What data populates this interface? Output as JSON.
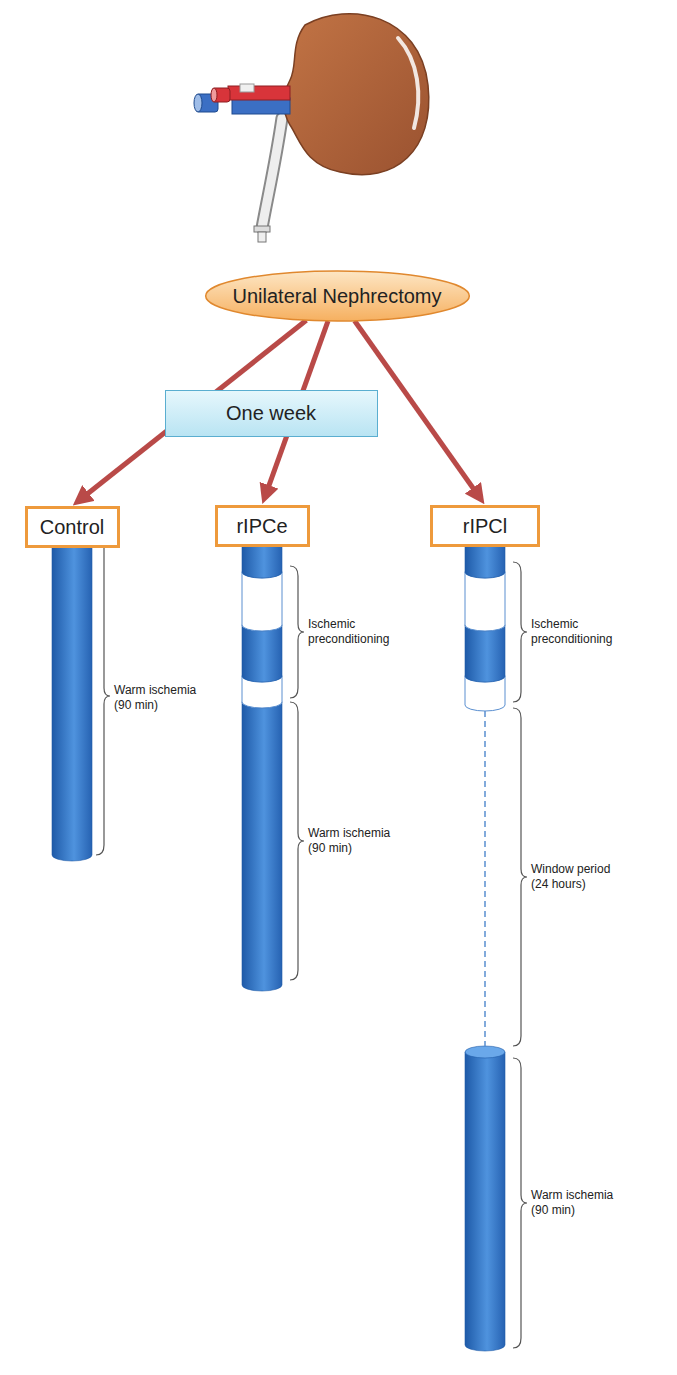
{
  "diagram": {
    "nodes": [
      {
        "text": [
          "Unilateral Nephrectomy"
        ]
      },
      {
        "text": [
          "One week"
        ]
      },
      {
        "text": [
          "Control"
        ]
      },
      {
        "text": [
          "rIPCe"
        ]
      },
      {
        "text": [
          "rIPCl"
        ]
      }
    ],
    "edges": [
      {
        "from": 0,
        "to": 2,
        "arrow": "to"
      },
      {
        "from": 0,
        "to": 3,
        "arrow": "to"
      },
      {
        "from": 0,
        "to": 4,
        "arrow": "to"
      }
    ],
    "labels": [
      "Warm ischemia (90 min)",
      "Ischemic preconditioning",
      "Warm ischemia (90 min)",
      "Ischemic preconditioning",
      "Window period (24 hours)",
      "Warm ischemia (90 min)"
    ]
  }
}
